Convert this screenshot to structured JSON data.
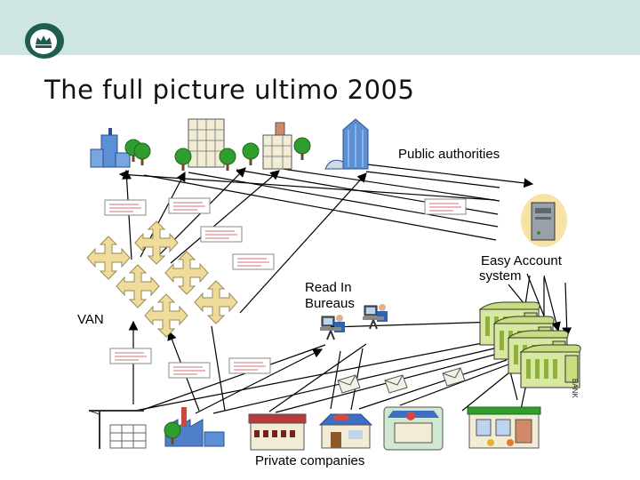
{
  "slide": {
    "title": "The full picture ultimo 2005"
  },
  "labels": {
    "public_authorities": "Public authorities",
    "easy_account_line1": "Easy Account",
    "easy_account_line2": "system",
    "read_in_line1": "Read In",
    "read_in_line2": "Bureaus",
    "van": "VAN",
    "private_companies": "Private companies",
    "bank_sign": "BANK"
  },
  "icons": {
    "logo": "crown-shield-logo",
    "server": "server-icon",
    "building": "building-icon",
    "bank": "bank-icon",
    "envelope": "envelope-icon",
    "operator": "computer-operator-icon",
    "document": "document-icon"
  },
  "colors": {
    "header_band": "#cfe5e3",
    "van_node": "#efdc9a",
    "bank_building": "#d8e8a0",
    "tree": "#2f9e2f",
    "building_blue": "#5b8fd6"
  }
}
